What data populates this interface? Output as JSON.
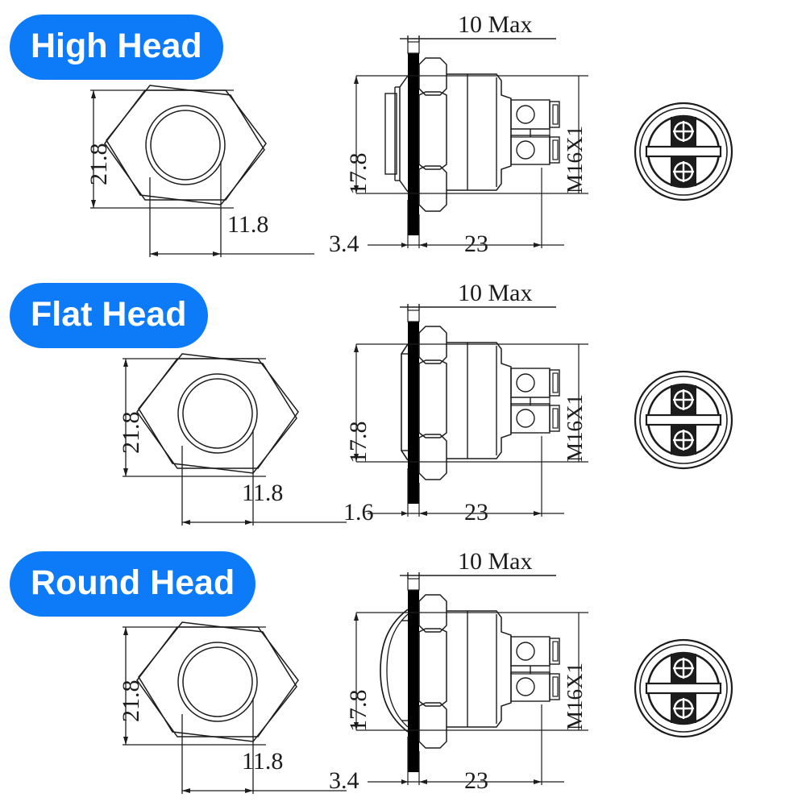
{
  "page": {
    "type": "technical-drawing",
    "background": "#ffffff",
    "badge_color": "#0d7bf7",
    "badge_text_color": "#ffffff",
    "line_color": "#1c1c1c"
  },
  "rows": [
    {
      "id": "high-head",
      "badge": "High Head",
      "front_view": {
        "height_dim": "21.8",
        "width_dim": "11.8"
      },
      "side_view": {
        "top_dim": "10 Max",
        "left_dim": "17.8",
        "thread_label": "M16X1",
        "panel_dim": "3.4",
        "body_dim": "23",
        "head_profile": "high"
      },
      "rear_view": {
        "terminals": 2
      }
    },
    {
      "id": "flat-head",
      "badge": "Flat Head",
      "front_view": {
        "height_dim": "21.8",
        "width_dim": "11.8"
      },
      "side_view": {
        "top_dim": "10 Max",
        "left_dim": "17.8",
        "thread_label": "M16X1",
        "panel_dim": "1.6",
        "body_dim": "23",
        "head_profile": "flat"
      },
      "rear_view": {
        "terminals": 2
      }
    },
    {
      "id": "round-head",
      "badge": "Round Head",
      "front_view": {
        "height_dim": "21.8",
        "width_dim": "11.8"
      },
      "side_view": {
        "top_dim": "10 Max",
        "left_dim": "17.8",
        "thread_label": "M16X1",
        "panel_dim": "3.4",
        "body_dim": "23",
        "head_profile": "round"
      },
      "rear_view": {
        "terminals": 2
      }
    }
  ]
}
